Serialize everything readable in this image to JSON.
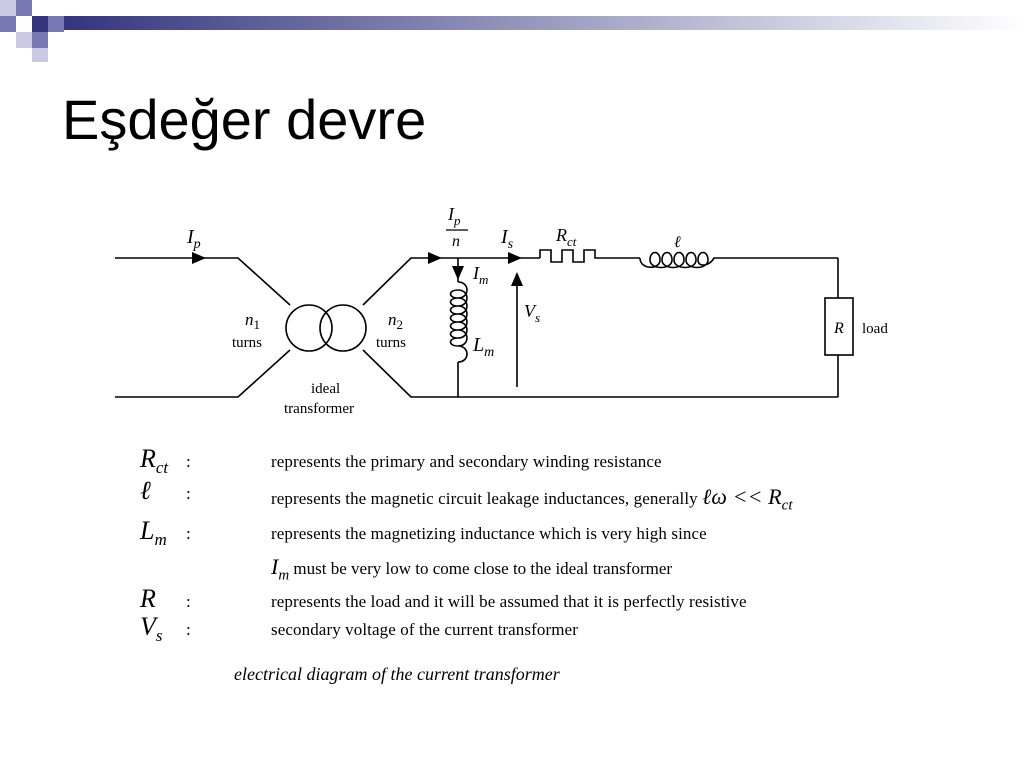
{
  "slide": {
    "title": "Eşdeğer devre"
  },
  "colors": {
    "deco_dark": "#34347f",
    "deco_mid": "#7777b3",
    "deco_light": "#c9c9e4",
    "line": "#000000"
  },
  "circuit": {
    "label_ip": "I",
    "label_ip_sub": "p",
    "label_ipn_num": "I",
    "label_ipn_num_sub": "p",
    "label_ipn_den": "n",
    "label_is": "I",
    "label_is_sub": "s",
    "label_rct": "R",
    "label_rct_sub": "ct",
    "label_leak": "ℓ",
    "label_im": "I",
    "label_im_sub": "m",
    "label_vs": "V",
    "label_vs_sub": "s",
    "label_lm": "L",
    "label_lm_sub": "m",
    "label_n1": "n",
    "label_n1_sub": "1",
    "label_n1_turns": "turns",
    "label_n2": "n",
    "label_n2_sub": "2",
    "label_n2_turns": "turns",
    "label_ideal": "ideal",
    "label_transformer": "transformer",
    "label_r": "R",
    "label_load": "load"
  },
  "legend": {
    "colon": ":",
    "rows": [
      {
        "sym": "R",
        "sub": "ct",
        "desc": "represents the primary and secondary winding resistance"
      },
      {
        "sym": "ℓ",
        "sub": "",
        "desc": "represents the magnetic circuit leakage inductances, generally",
        "inline_expr": "ℓω << R",
        "inline_sub": "ct"
      },
      {
        "sym": "L",
        "sub": "m",
        "desc": "represents the magnetizing inductance which is very high since",
        "line2_sym": "I",
        "line2_sub": "m",
        "line2": "must be very low to come close to the ideal transformer"
      },
      {
        "sym": "R",
        "sub": "",
        "desc": "represents the load and it will be assumed that it is perfectly resistive"
      },
      {
        "sym": "V",
        "sub": "s",
        "desc": "secondary voltage of the current transformer"
      }
    ]
  },
  "caption": "electrical diagram of the current transformer"
}
